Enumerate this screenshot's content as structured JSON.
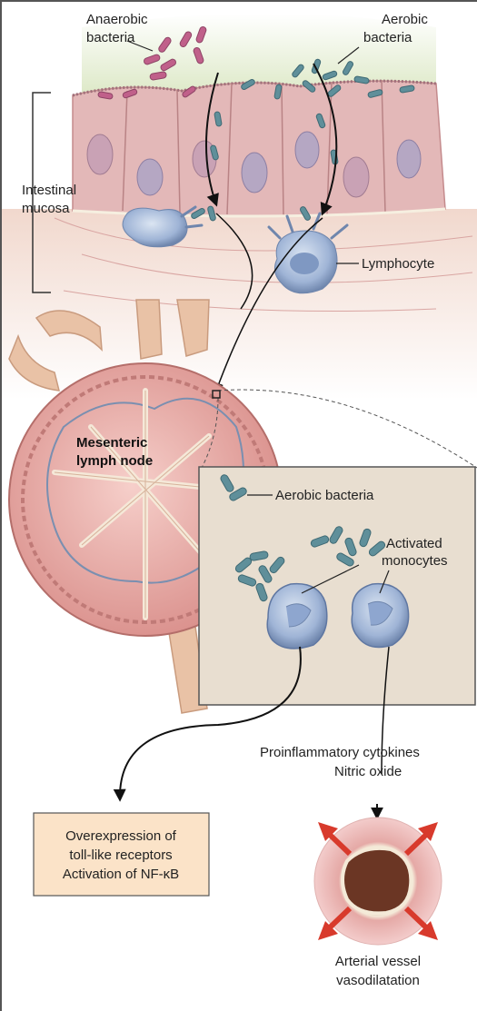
{
  "labels": {
    "anaerobic_line1": "Anaerobic",
    "anaerobic_line2": "bacteria",
    "aerobic_line1": "Aerobic",
    "aerobic_line2": "bacteria",
    "intestinal_line1": "Intestinal",
    "intestinal_line2": "mucosa",
    "lymphocyte": "Lymphocyte",
    "mesenteric_line1": "Mesenteric",
    "mesenteric_line2": "lymph node",
    "inset_aerobic": "Aerobic bacteria",
    "activated_line1": "Activated",
    "activated_line2": "monocytes",
    "cytokines_line1": "Proinflammatory cytokines",
    "cytokines_line2": "Nitric oxide",
    "vessel_line1": "Arterial vessel",
    "vessel_line2": "vasodilatation"
  },
  "outcome_box": {
    "line1": "Overexpression of",
    "line2": "toll-like receptors",
    "line3": "Activation of NF-κB"
  },
  "colors": {
    "lumen_green": "#dde8c6",
    "mucosa_pink": "#e3b8b8",
    "submucosa": "#f2ddd2",
    "anaerobic_bacteria": "#c0608a",
    "aerobic_bacteria": "#5f8f9a",
    "lymph_node": "#e8a8a4",
    "inset_background": "#e8ded0",
    "outcome_box_fill": "#fbe3c8",
    "arrow_red": "#d83a2c",
    "cell_blue": "#9fb4d6"
  }
}
